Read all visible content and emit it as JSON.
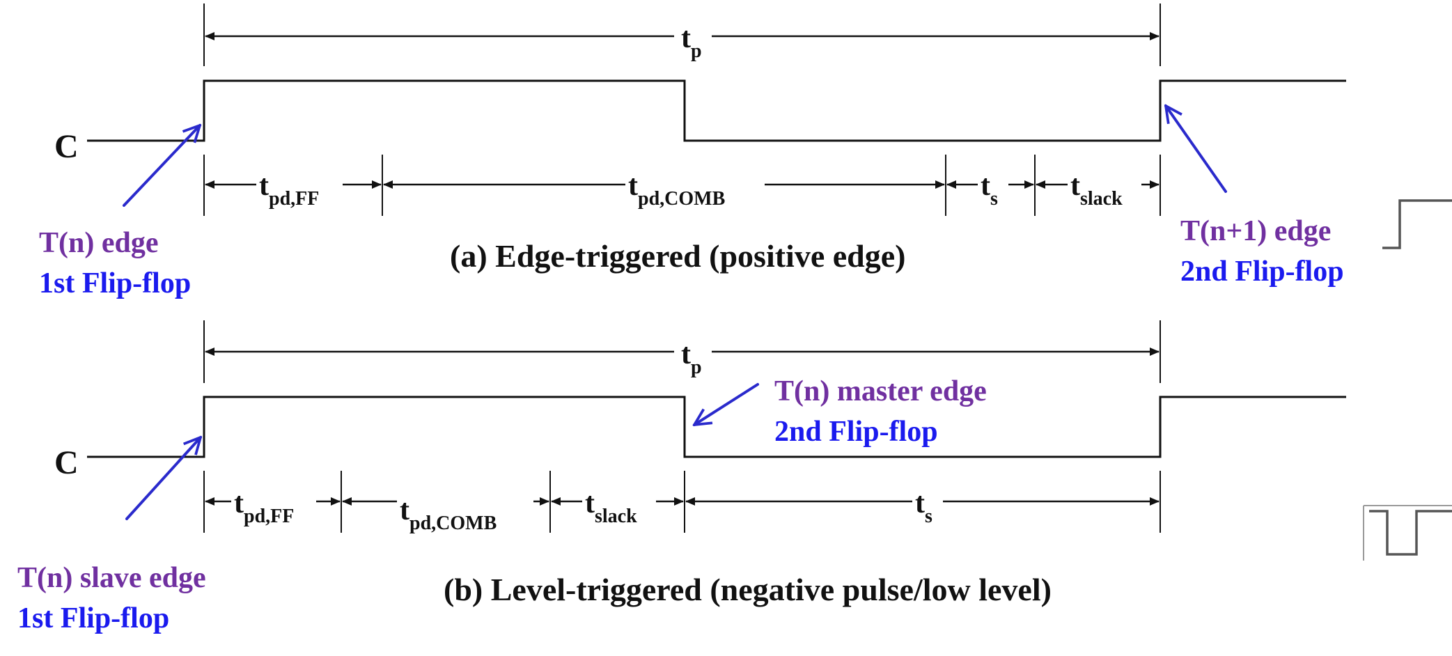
{
  "colors": {
    "signal": "#111111",
    "edge_label": "#7030a0",
    "flipflop_label": "#1a1aee",
    "pointer_arrow": "#2a2acc"
  },
  "panel_a": {
    "signal_label": "C",
    "period": {
      "main": "t",
      "sub": "p"
    },
    "segments": [
      {
        "main": "t",
        "sub": "pd,FF"
      },
      {
        "main": "t",
        "sub": "pd,COMB"
      },
      {
        "main": "t",
        "sub": "s"
      },
      {
        "main": "t",
        "sub": "slack"
      }
    ],
    "left_edge": {
      "label": "T(n) edge",
      "flipflop": "1st Flip-flop"
    },
    "right_edge": {
      "label": "T(n+1) edge",
      "flipflop": "2nd Flip-flop"
    },
    "caption": "(a) Edge-triggered (positive edge)",
    "icon": "rising-edge-icon"
  },
  "panel_b": {
    "signal_label": "C",
    "period": {
      "main": "t",
      "sub": "p"
    },
    "segments": [
      {
        "main": "t",
        "sub": "pd,FF"
      },
      {
        "main": "t",
        "sub": "pd,COMB"
      },
      {
        "main": "t",
        "sub": "slack"
      },
      {
        "main": "t",
        "sub": "s"
      }
    ],
    "left_edge": {
      "label": "T(n) slave edge",
      "flipflop": "1st Flip-flop"
    },
    "mid_edge": {
      "label": "T(n) master edge",
      "flipflop": "2nd Flip-flop"
    },
    "caption": "(b) Level-triggered (negative pulse/low level)",
    "icon": "negative-pulse-icon"
  }
}
